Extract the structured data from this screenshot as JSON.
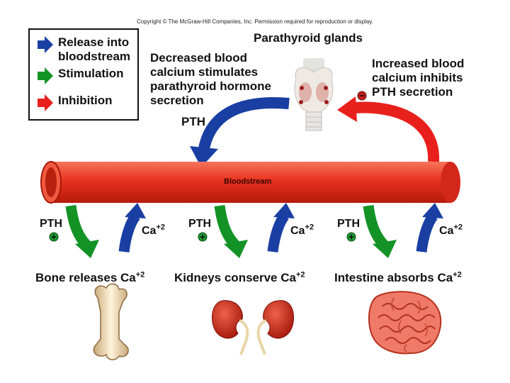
{
  "copyright": "Copyright © The McGraw-Hill Companies, Inc. Permission required for reproduction or display.",
  "legend": {
    "items": [
      {
        "label": "Release into bloodstream",
        "color": "#1a3fa3"
      },
      {
        "label": "Stimulation",
        "color": "#139326"
      },
      {
        "label": "Inhibition",
        "color": "#e8201c"
      }
    ]
  },
  "glands": {
    "title": "Parathyroid glands"
  },
  "left_note": {
    "lines": [
      "Decreased blood",
      "calcium stimulates",
      "parathyroid hormone",
      "secretion"
    ]
  },
  "right_note": {
    "lines": [
      "Increased blood",
      "calcium inhibits",
      "PTH secretion"
    ]
  },
  "top_pth": "PTH",
  "bloodstream": "Bloodstream",
  "pth_label": "PTH",
  "ca_label": "Ca",
  "ca_superscript": "+2",
  "targets": [
    {
      "text": "Bone releases Ca"
    },
    {
      "text": "Kidneys conserve Ca"
    },
    {
      "text": "Intestine absorbs Ca"
    }
  ],
  "colors": {
    "blue": "#1a3fa3",
    "green": "#139326",
    "red": "#e8201c",
    "vessel": "#e8321e"
  }
}
